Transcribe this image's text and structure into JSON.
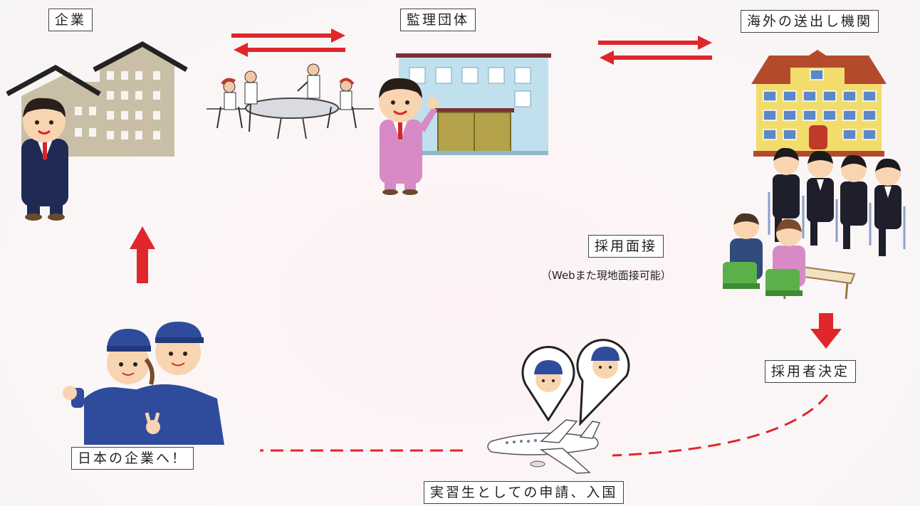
{
  "labels": {
    "company": "企業",
    "supervising_org": "監理団体",
    "sending_org": "海外の送出し機関",
    "interview": "採用面接",
    "interview_note": "（Webまた現地面接可能）",
    "hire_decision": "採用者決定",
    "to_japan": "日本の企業へ！",
    "application_entry": "実習生としての申請、入国"
  },
  "colors": {
    "arrow_red": "#e0262b",
    "dash_red": "#e0262b",
    "building_beige": "#c9bfa6",
    "office_blue": "#bfe0ec",
    "school_yellow": "#f2dc6c",
    "suit_navy": "#1f2b54",
    "suit_pink": "#d78ac5",
    "worker_blue": "#2f4c9c"
  }
}
